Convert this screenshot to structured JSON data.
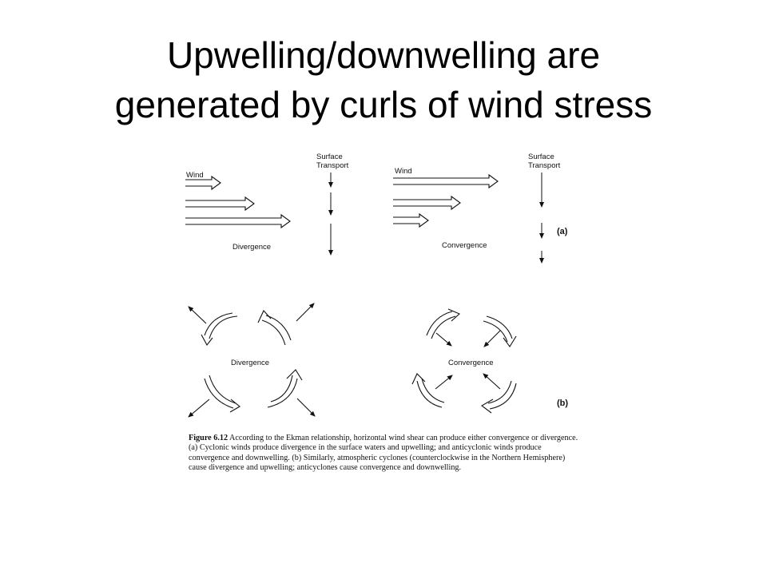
{
  "slide": {
    "title_line1": "Upwelling/downwelling are",
    "title_line2": "generated by curls of wind stress"
  },
  "figure": {
    "panel_a": {
      "left": {
        "wind_label": "Wind",
        "transport_label_1": "Surface",
        "transport_label_2": "Transport",
        "result_label": "Divergence"
      },
      "right": {
        "wind_label": "Wind",
        "transport_label_1": "Surface",
        "transport_label_2": "Transport",
        "result_label": "Convergence"
      },
      "tag": "(a)"
    },
    "panel_b": {
      "left_label": "Divergence",
      "right_label": "Convergence",
      "tag": "(b)"
    },
    "caption": {
      "figure_label": "Figure 6.12",
      "text": "According to the Ekman relationship, horizontal wind shear can produce either convergence or divergence. (a) Cyclonic winds produce divergence in the surface waters and upwelling; and anticyclonic winds produce convergence and downwelling. (b) Similarly, atmospheric cyclones (counterclockwise in the Northern Hemisphere) cause divergence and upwelling; anticyclones cause convergence and downwelling."
    }
  }
}
